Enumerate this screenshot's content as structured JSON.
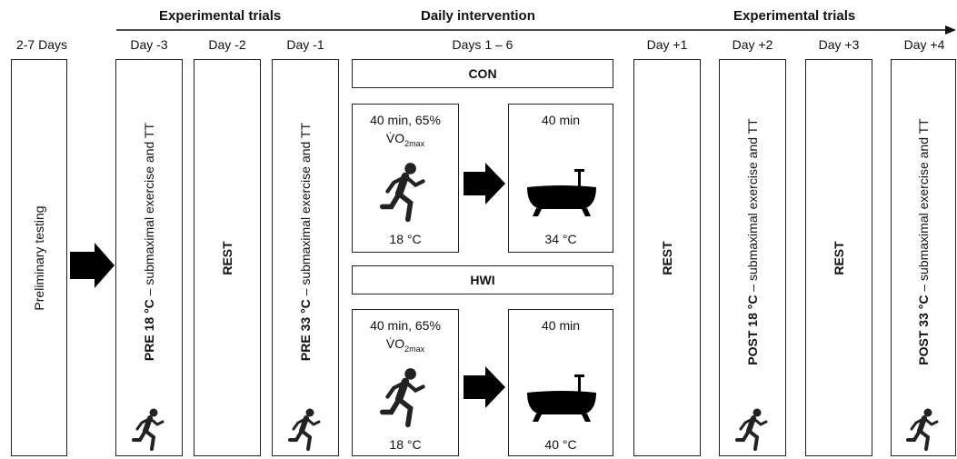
{
  "headers": {
    "experimental_trials_left": "Experimental trials",
    "daily_intervention": "Daily intervention",
    "experimental_trials_right": "Experimental trials"
  },
  "days": {
    "prelim": "2-7 Days",
    "d_minus3": "Day -3",
    "d_minus2": "Day -2",
    "d_minus1": "Day -1",
    "d1_6": "Days 1 – 6",
    "d_plus1": "Day +1",
    "d_plus2": "Day +2",
    "d_plus3": "Day +3",
    "d_plus4": "Day +4"
  },
  "columns": {
    "prelim_bold": "",
    "prelim_rest": "Preliminary testing",
    "pre18_bold": "PRE 18 °C",
    "pre18_rest": " – submaximal exercise  and TT",
    "rest1": "REST",
    "pre33_bold": "PRE 33 °C",
    "pre33_rest": " – submaximal exercise and TT",
    "rest2": "REST",
    "post18_bold": "POST 18 °C",
    "post18_rest": " – submaximal exercise and TT",
    "rest3": "REST",
    "post33_bold": "POST 33 °C",
    "post33_rest": " – submaximal exercise and TT"
  },
  "con": {
    "label": "CON",
    "exercise_line1": "40 min, 65%",
    "exercise_vo2": "V̇O",
    "exercise_vo2_sub": "2max",
    "exercise_temp": "18 °C",
    "bath_time": "40 min",
    "bath_temp": "34 °C"
  },
  "hwi": {
    "label": "HWI",
    "exercise_line1": "40 min, 65%",
    "exercise_vo2": "V̇O",
    "exercise_vo2_sub": "2max",
    "exercise_temp": "18 °C",
    "bath_time": "40 min",
    "bath_temp": "40 °C"
  },
  "icons": [
    "runner-icon",
    "bathtub-icon",
    "arrow-right-icon"
  ]
}
